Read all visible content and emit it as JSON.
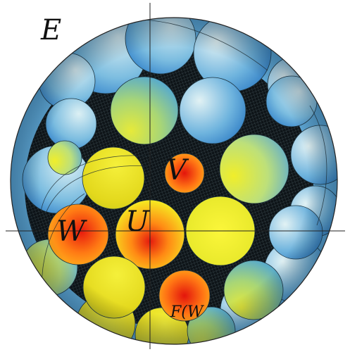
{
  "labels": {
    "E": "E",
    "V": "V",
    "U": "U",
    "W": "W",
    "FW": "F(W"
  },
  "colors": {
    "background": "#ffffff",
    "void": "#0e1418",
    "blue_light": "#d6ecf2",
    "blue_dark": "#1f74c4",
    "green": "#a7d36c",
    "yellow": "#f2ee1e",
    "orange": "#ff7a14",
    "red": "#e6180e",
    "axis": "#222222"
  }
}
